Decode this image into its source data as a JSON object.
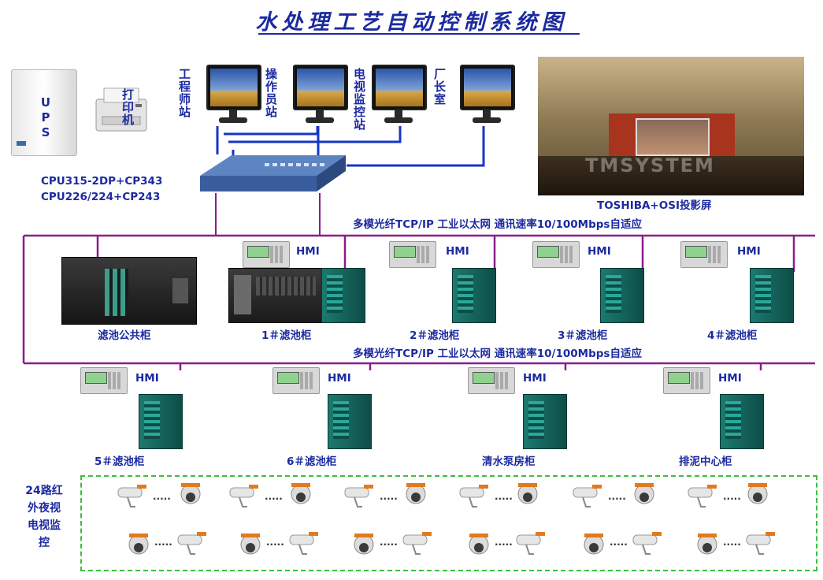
{
  "title": "水处理工艺自动控制系统图",
  "left_devices": {
    "ups_label": "UPS",
    "printer_label": "打印机",
    "cpu_line1": "CPU315-2DP+CP343",
    "cpu_line2": "CPU226/224+CP243"
  },
  "stations": [
    {
      "label": "工程师站"
    },
    {
      "label": "操作员站"
    },
    {
      "label": "电视监控站"
    },
    {
      "label": "厂长室"
    }
  ],
  "projector_label": "TOSHIBA+OSI投影屏",
  "watermark": "TMSYSTEM",
  "network_label_1": "多模光纤TCP/IP 工业以太网 通讯速率10/100Mbps自适应",
  "network_label_2": "多模光纤TCP/IP 工业以太网 通讯速率10/100Mbps自适应",
  "hmi_label": "HMI",
  "row1_cabinets": [
    {
      "label": "滤池公共柜"
    },
    {
      "label": "1＃滤池柜"
    },
    {
      "label": "2＃滤池柜"
    },
    {
      "label": "3＃滤池柜"
    },
    {
      "label": "4＃滤池柜"
    }
  ],
  "row2_cabinets": [
    {
      "label": "5＃滤池柜"
    },
    {
      "label": "6＃滤池柜"
    },
    {
      "label": "清水泵房柜"
    },
    {
      "label": "排泥中心柜"
    }
  ],
  "camera_section_label": "24路红外夜视电视监控",
  "colors": {
    "text_blue": "#1c2aa0",
    "line_purple": "#8a1d8f",
    "line_blue": "#1436c8",
    "dash_green": "#3bbf3b"
  }
}
